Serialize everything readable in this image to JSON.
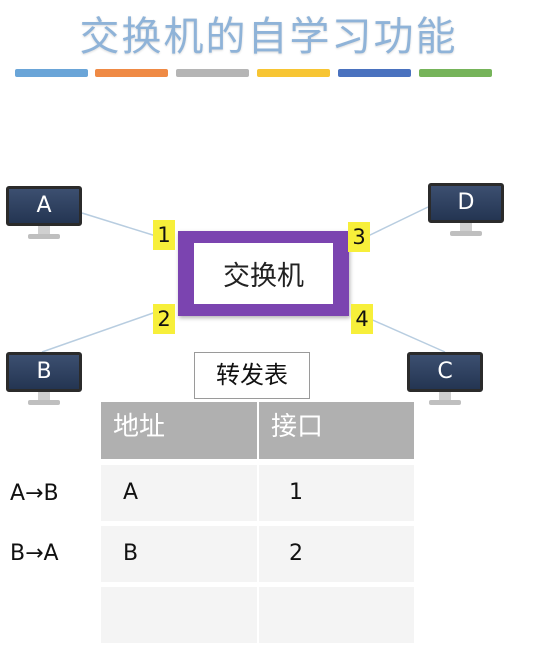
{
  "title": "交换机的自学习功能",
  "colors": {
    "bar_blue": "#6aa5d8",
    "bar_orange": "#ef8a45",
    "bar_gray": "#b5b5b5",
    "bar_yellow": "#f7c533",
    "bar_navy": "#4a72bf",
    "bar_green": "#76b45a",
    "switch_border": "#7b44b0",
    "port_highlight": "#f7ef3a",
    "table_header": "#b0b0b0",
    "table_cell": "#f4f4f4"
  },
  "hosts": {
    "a": "A",
    "b": "B",
    "c": "C",
    "d": "D"
  },
  "switch_label": "交换机",
  "ports": {
    "p1": "1",
    "p2": "2",
    "p3": "3",
    "p4": "4"
  },
  "forwarding_table": {
    "label": "转发表",
    "headers": [
      "地址",
      "接口"
    ],
    "rows": [
      {
        "flow": "A→B",
        "address": "A",
        "port": "1"
      },
      {
        "flow": "B→A",
        "address": "B",
        "port": "2"
      },
      {
        "flow": "",
        "address": "",
        "port": ""
      }
    ]
  }
}
